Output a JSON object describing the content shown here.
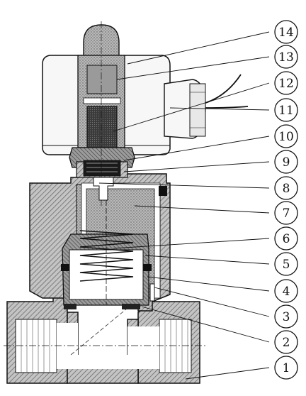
{
  "diagram": {
    "callouts": [
      {
        "id": 14,
        "label": "14"
      },
      {
        "id": 13,
        "label": "13"
      },
      {
        "id": 12,
        "label": "12"
      },
      {
        "id": 11,
        "label": "11"
      },
      {
        "id": 10,
        "label": "10"
      },
      {
        "id": 9,
        "label": "9"
      },
      {
        "id": 8,
        "label": "8"
      },
      {
        "id": 7,
        "label": "7"
      },
      {
        "id": 6,
        "label": "6"
      },
      {
        "id": 5,
        "label": "5"
      },
      {
        "id": 4,
        "label": "4"
      },
      {
        "id": 3,
        "label": "3"
      },
      {
        "id": 2,
        "label": "2"
      },
      {
        "id": 1,
        "label": "1"
      }
    ],
    "colors": {
      "line": "#111111",
      "hatch_fill": "#8a8a8a",
      "body_fill": "#b9b9b9",
      "coil_fill": "#f7f7f7",
      "core_fill": "#555555",
      "seal_fill": "#1a1a1a"
    }
  }
}
